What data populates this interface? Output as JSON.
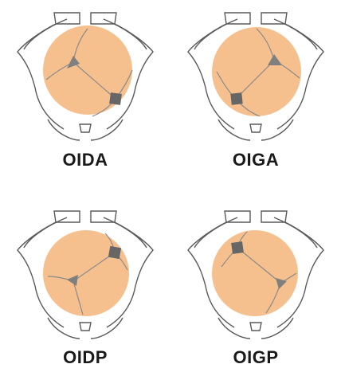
{
  "diagram": {
    "panels": [
      {
        "id": "p1",
        "label": "OIDA"
      },
      {
        "id": "p2",
        "label": "OIGA"
      },
      {
        "id": "p3",
        "label": "OIDP"
      },
      {
        "id": "p4",
        "label": "OIGP"
      }
    ],
    "colors": {
      "head_fill": "#f5c08d",
      "suture": "#8a8a8a",
      "fontanelle": "#7f7f7f",
      "pelvis_outline": "#5a5a5a"
    }
  }
}
